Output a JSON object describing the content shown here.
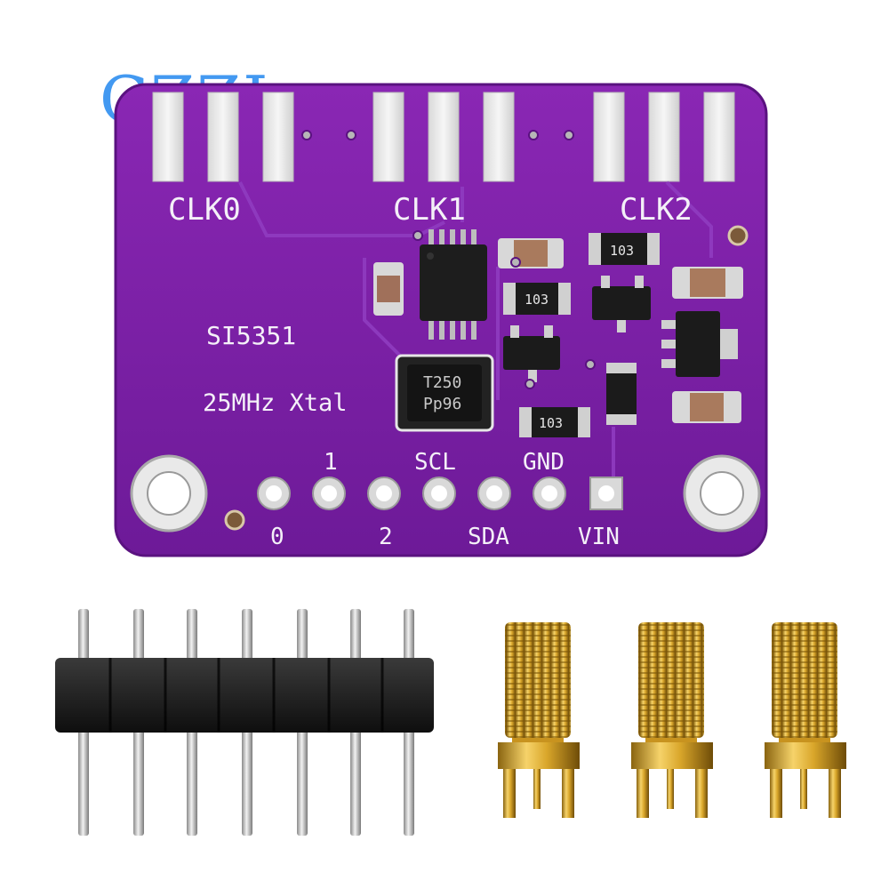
{
  "watermark": "CZZL",
  "board": {
    "color": "#7a1fa6",
    "clk_labels": [
      "CLK0",
      "CLK1",
      "CLK2"
    ],
    "chip_label": "SI5351",
    "xtal_label": "25MHz Xtal",
    "xtal_marking": [
      "T250",
      "Pp96"
    ],
    "resistor_marking": "103",
    "pin_labels": {
      "top": [
        "1",
        "SCL",
        "GND"
      ],
      "bottom": [
        "0",
        "2",
        "SDA",
        "VIN"
      ]
    }
  },
  "accessories": {
    "header_pin_count": 7,
    "sma_connector_count": 3
  }
}
